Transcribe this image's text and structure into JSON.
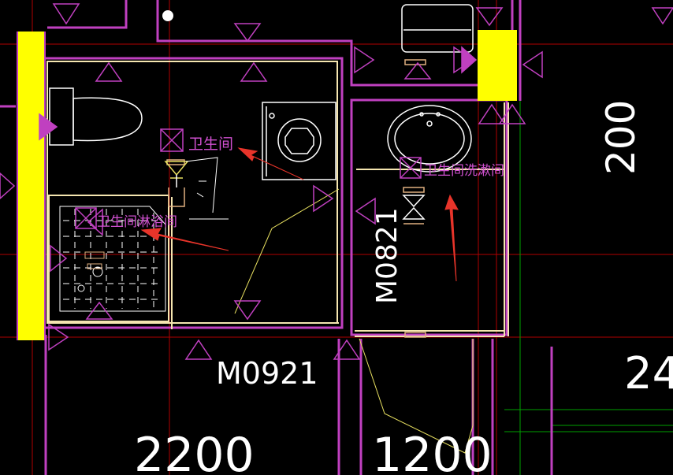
{
  "rooms": {
    "toilet": "卫生间",
    "shower": "卫生间淋浴间",
    "washroom": "卫生间洗漱间"
  },
  "doors": {
    "door_a": "M0921",
    "door_b": "M0821"
  },
  "dimensions": {
    "dim_2200": "2200",
    "dim_1200": "1200",
    "dim_2000": "200",
    "dim_24": "24"
  },
  "colors": {
    "wall": "#c040c0",
    "column_fill": "#ffff00",
    "fixture": "#ffffff",
    "arrow": "#e8342a",
    "grid_red": "#b00000",
    "grid_green": "#00a000",
    "leader": "#e8e060"
  }
}
